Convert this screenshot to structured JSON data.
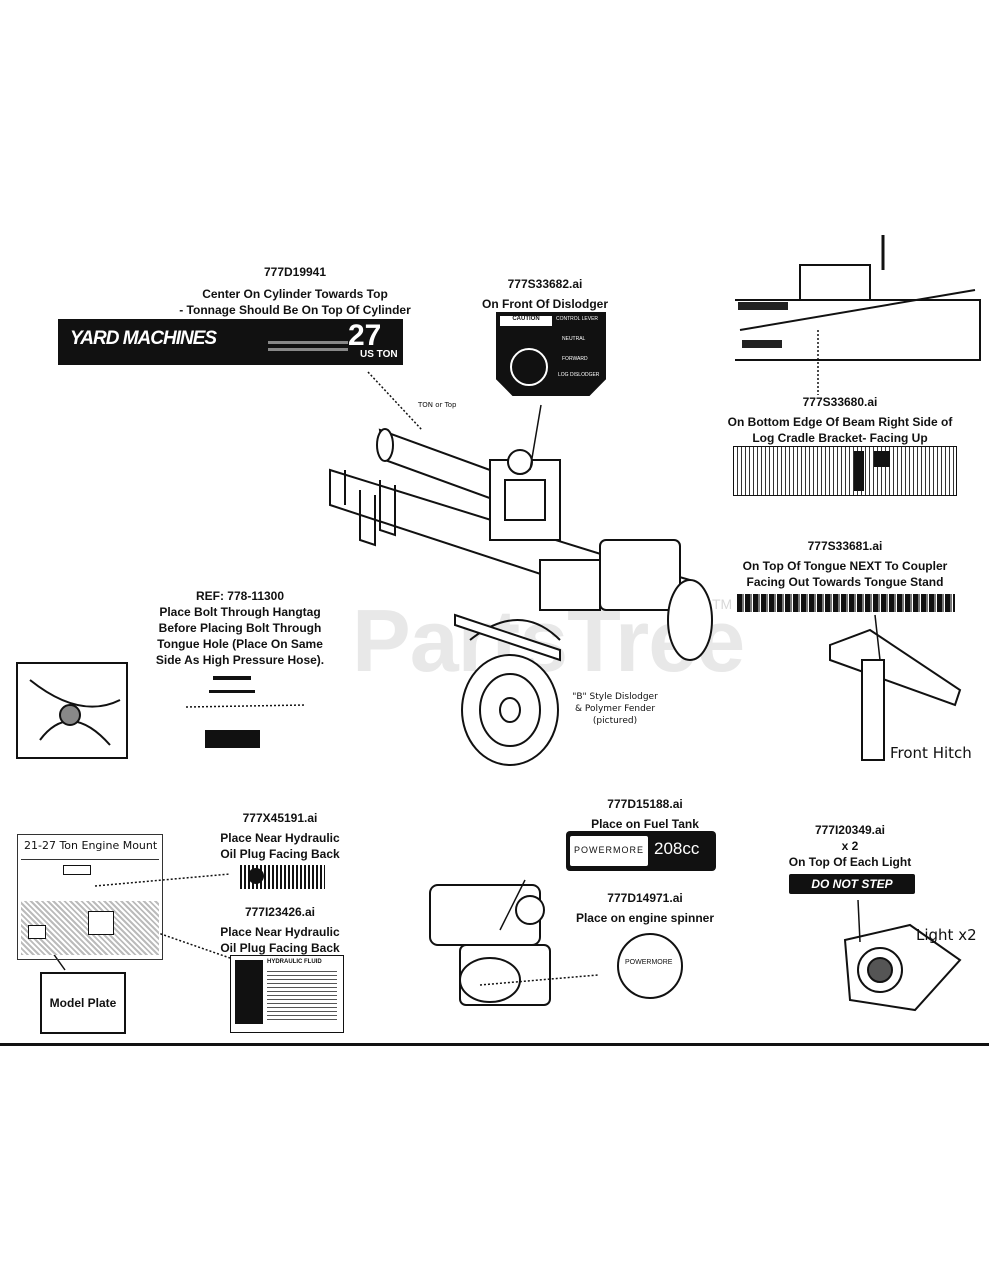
{
  "watermark": {
    "text": "PartsTree",
    "tm": "TM"
  },
  "decal_yard": {
    "part": "777D19941",
    "line1": "Center On Cylinder Towards Top",
    "line2": "- Tonnage Should Be On Top Of Cylinder",
    "brand": "YARD MACHINES",
    "tonnage": "27",
    "unit": "US TON",
    "ton_note": "TON or Top"
  },
  "decal_dislodger": {
    "part": "777S33682.ai",
    "line1": "On Front Of Dislodger",
    "caution": "CAUTION",
    "control_label": "CONTROL LEVER",
    "forward": "FORWARD",
    "neutral": "NEUTRAL",
    "log_dislodger": "LOG DISLODGER"
  },
  "decal_beam": {
    "part": "777S33680.ai",
    "line1": "On Bottom Edge Of Beam Right Side of",
    "line2": "Log Cradle Bracket- Facing Up"
  },
  "decal_tongue": {
    "part": "777S33681.ai",
    "line1": "On Top Of Tongue NEXT To Coupler",
    "line2": "Facing Out Towards Tongue Stand",
    "hitch_label": "Front Hitch"
  },
  "hangtag": {
    "ref": "REF: 778-11300",
    "line1": "Place Bolt Through Hangtag",
    "line2": "Before Placing Bolt Through",
    "line3": "Tongue Hole (Place On Same",
    "line4": "Side As High Pressure Hose)."
  },
  "style_note": {
    "line1": "\"B\" Style Dislodger",
    "line2": "& Polymer Fender",
    "line3": "(pictured)"
  },
  "engine_mount": {
    "title": "21-27 Ton Engine Mount",
    "model_plate": "Model Plate"
  },
  "decal_hyd1": {
    "part": "777X45191.ai",
    "line1": "Place Near Hydraulic",
    "line2": "Oil Plug Facing Back"
  },
  "decal_hyd2": {
    "part": "777I23426.ai",
    "line1": "Place Near Hydraulic",
    "line2": "Oil Plug Facing Back",
    "fluid": "HYDRAULIC FLUID"
  },
  "decal_fuel": {
    "part": "777D15188.ai",
    "line1": "Place on Fuel Tank",
    "brand": "POWERMORE",
    "cc": "208cc"
  },
  "decal_spinner": {
    "part": "777D14971.ai",
    "line1": "Place on engine spinner",
    "brand": "POWERMORE"
  },
  "decal_step": {
    "part": "777I20349.ai",
    "qty": "x 2",
    "line1": "On Top Of Each Light",
    "text": "DO NOT STEP",
    "light_label": "Light x2"
  }
}
